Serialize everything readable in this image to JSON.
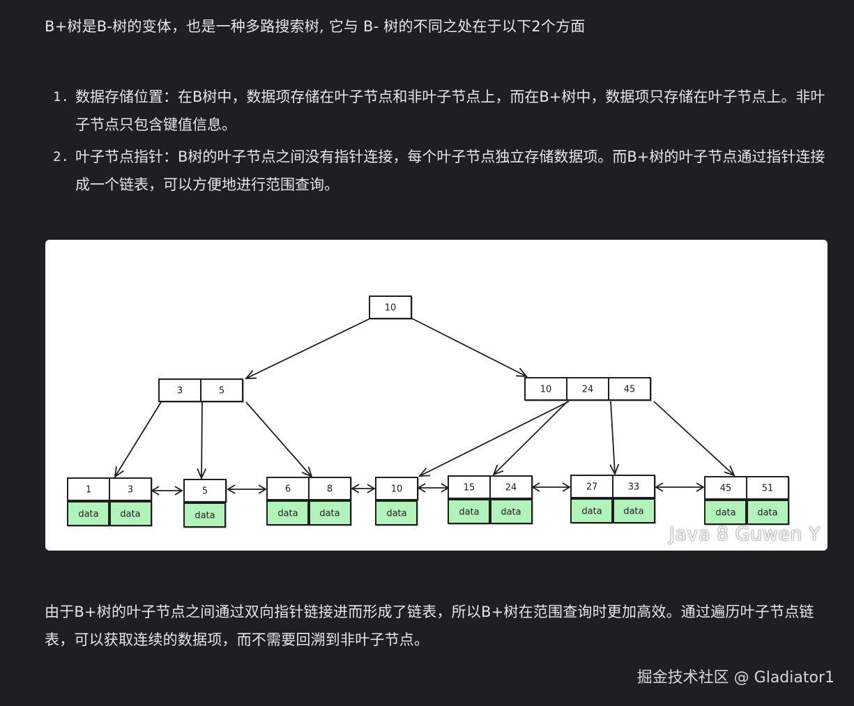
{
  "intro": "B+树是B-树的变体，也是一种多路搜索树, 它与 B- 树的不同之处在于以下2个方面",
  "points": [
    {
      "num": "1.",
      "text": "数据存储位置：在B树中，数据项存储在叶子节点和非叶子节点上，而在B+树中，数据项只存储在叶子节点上。非叶子节点只包含键值信息。"
    },
    {
      "num": "2.",
      "text": "叶子节点指针：B树的叶子节点之间没有指针连接，每个叶子节点独立存储数据项。而B+树的叶子节点通过指针连接成一个链表，可以方便地进行范围查询。"
    }
  ],
  "diagram": {
    "root": {
      "keys": [
        "10"
      ]
    },
    "internal": [
      {
        "keys": [
          "3",
          "5"
        ]
      },
      {
        "keys": [
          "10",
          "24",
          "45"
        ]
      }
    ],
    "leaves": [
      {
        "keys": [
          "1",
          "3"
        ],
        "data": [
          "data",
          "data"
        ]
      },
      {
        "keys": [
          "5"
        ],
        "data": [
          "data"
        ]
      },
      {
        "keys": [
          "6",
          "8"
        ],
        "data": [
          "data",
          "data"
        ]
      },
      {
        "keys": [
          "10"
        ],
        "data": [
          "data"
        ]
      },
      {
        "keys": [
          "15",
          "24"
        ],
        "data": [
          "data",
          "data"
        ]
      },
      {
        "keys": [
          "27",
          "33"
        ],
        "data": [
          "data",
          "data"
        ]
      },
      {
        "keys": [
          "45",
          "51"
        ],
        "data": [
          "data",
          "data"
        ]
      }
    ],
    "watermark": "Java 8 Guwen Y",
    "colors": {
      "data_fill": "#b2f2bb",
      "stroke": "#1e1e1e"
    }
  },
  "outro": "由于B+树的叶子节点之间通过双向指针链接进而形成了链表，所以B+树在范围查询时更加高效。通过遍历叶子节点链表，可以获取连续的数据项，而不需要回溯到非叶子节点。",
  "footer_watermark": "掘金技术社区 @ Gladiator1"
}
